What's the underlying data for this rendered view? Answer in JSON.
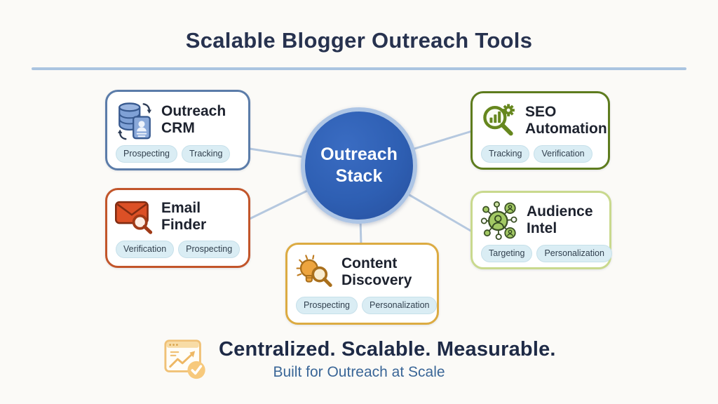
{
  "title": "Scalable Blogger Outreach Tools",
  "center_node": {
    "line1": "Outreach",
    "line2": "Stack"
  },
  "cards": [
    {
      "name": "outreach-crm",
      "title_line1": "Outreach",
      "title_line2": "CRM",
      "tags": [
        "Prospecting",
        "Tracking"
      ],
      "border_color": "#5b7ca9",
      "icon": "database-sync-contact-card-icon"
    },
    {
      "name": "seo-automation",
      "title_line1": "SEO",
      "title_line2": "Automation",
      "tags": [
        "Tracking",
        "Verification"
      ],
      "border_color": "#5e7c1e",
      "icon": "magnifier-bar-chart-gear-icon"
    },
    {
      "name": "email-finder",
      "title_line1": "Email",
      "title_line2": "Finder",
      "tags": [
        "Verification",
        "Prospecting"
      ],
      "border_color": "#c2552a",
      "icon": "envelope-magnifier-icon"
    },
    {
      "name": "audience-intel",
      "title_line1": "Audience",
      "title_line2": "Intel",
      "tags": [
        "Targeting",
        "Personalization"
      ],
      "border_color": "#c9d98e",
      "icon": "people-network-icon"
    },
    {
      "name": "content-discovery",
      "title_line1": "Content",
      "title_line2": "Discovery",
      "tags": [
        "Prospecting",
        "Personalization"
      ],
      "border_color": "#dcab42",
      "icon": "lightbulb-magnifier-icon"
    }
  ],
  "footer": {
    "heading": "Centralized. Scalable. Measurable.",
    "subheading": "Built for Outreach at Scale",
    "icon": "analytics-window-check-icon"
  },
  "colors": {
    "title_text": "#27324f",
    "divider": "#aac4e0",
    "center_fill": "#2e5fb3",
    "center_ring": "#adc5e5",
    "connector": "#b5c8df",
    "tag_bg": "#daedf4",
    "footer_subheading": "#3a6697"
  }
}
